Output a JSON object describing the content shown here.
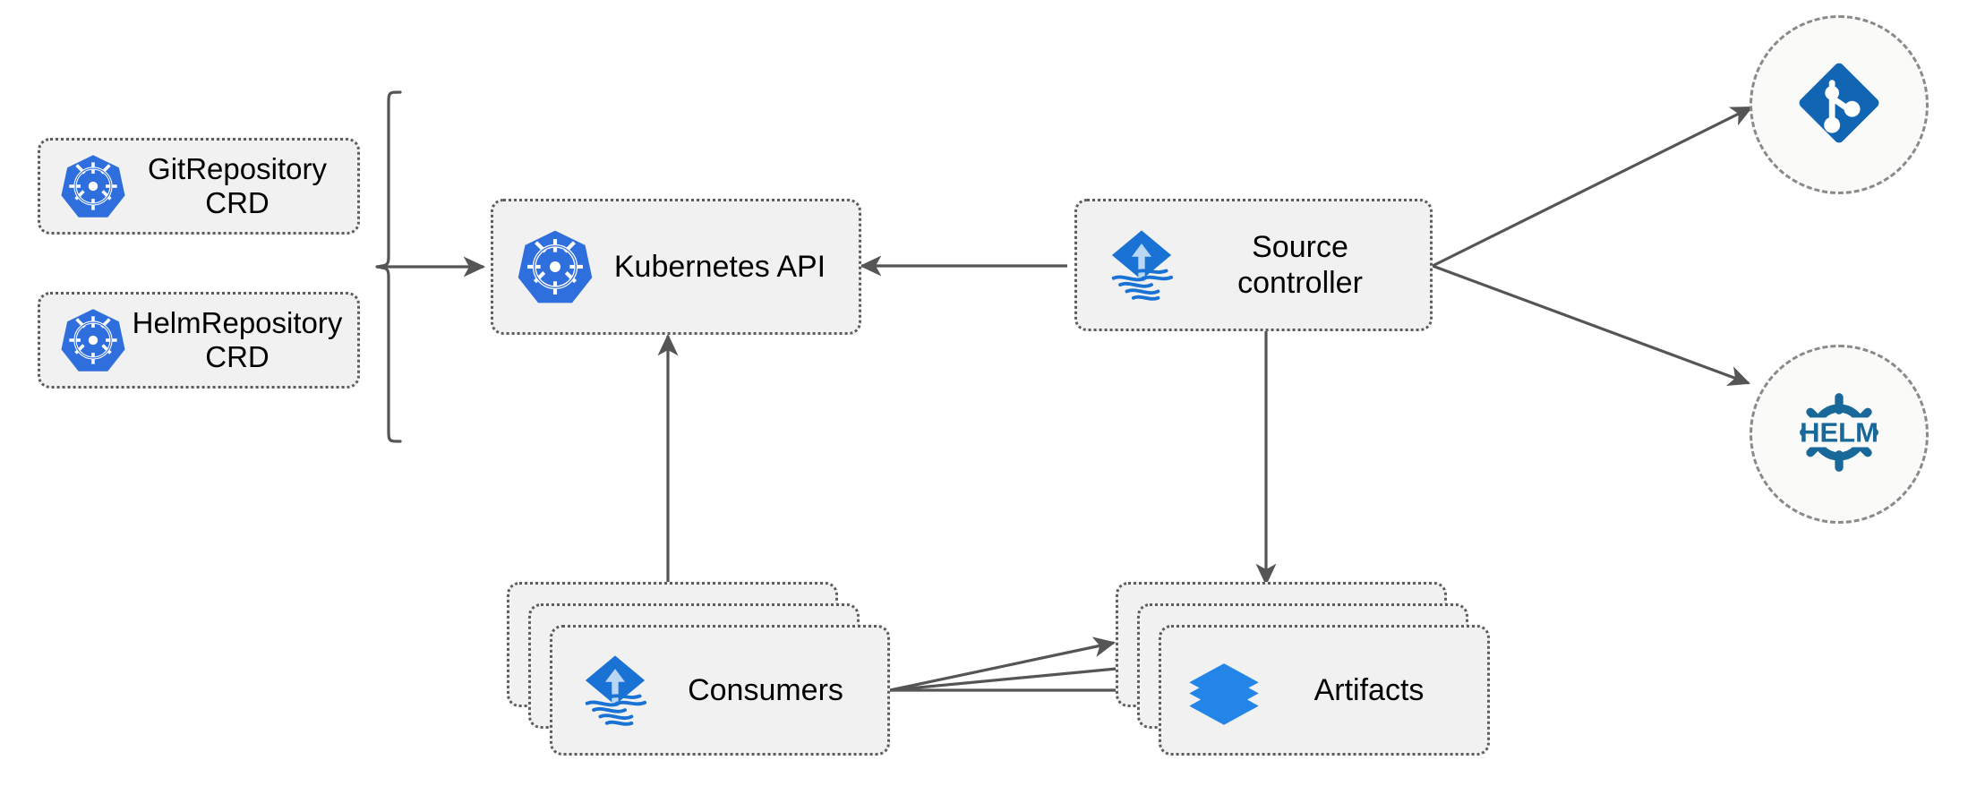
{
  "diagram": {
    "title": "Flux source-controller architecture",
    "background": "#ffffff",
    "colors": {
      "node_fill": "#f1f1f1",
      "node_border": "#5c5c5c",
      "circle_fill": "#fafaf8",
      "circle_border": "#8a8a8a",
      "edge": "#555555",
      "kubernetes_blue": "#2f6fdd",
      "flux_blue": "#1a73d4",
      "artifact_blue": "#2485e8",
      "git_blue": "#1265b3",
      "helm_blue": "#19689a",
      "text": "#000000"
    }
  },
  "nodes": {
    "git_repository_crd": {
      "label": "GitRepository\nCRD",
      "icon": "kubernetes-icon"
    },
    "helm_repository_crd": {
      "label": "HelmRepository\nCRD",
      "icon": "kubernetes-icon"
    },
    "kubernetes_api": {
      "label": "Kubernetes API",
      "icon": "kubernetes-icon"
    },
    "source_controller": {
      "label": "Source\ncontroller",
      "icon": "flux-icon"
    },
    "consumers": {
      "label": "Consumers",
      "icon": "flux-icon",
      "stack_count": 3
    },
    "artifacts": {
      "label": "Artifacts",
      "icon": "layers-icon",
      "stack_count": 3
    },
    "git_provider": {
      "label": "",
      "icon": "git-icon"
    },
    "helm_provider": {
      "label": "HELM",
      "icon": "helm-icon"
    }
  },
  "edges": [
    {
      "from": "crd-group-brace",
      "to": "kubernetes_api",
      "direction": "right"
    },
    {
      "from": "source_controller",
      "to": "kubernetes_api",
      "direction": "left"
    },
    {
      "from": "consumers",
      "to": "kubernetes_api",
      "direction": "up"
    },
    {
      "from": "source_controller",
      "to": "artifacts",
      "direction": "down"
    },
    {
      "from": "source_controller",
      "to": "git_provider",
      "direction": "up-right"
    },
    {
      "from": "source_controller",
      "to": "helm_provider",
      "direction": "down-right"
    },
    {
      "from": "consumers",
      "to": "artifacts",
      "direction": "right"
    },
    {
      "from": "consumers",
      "to": "artifacts",
      "direction": "right"
    },
    {
      "from": "consumers",
      "to": "artifacts",
      "direction": "right"
    }
  ]
}
